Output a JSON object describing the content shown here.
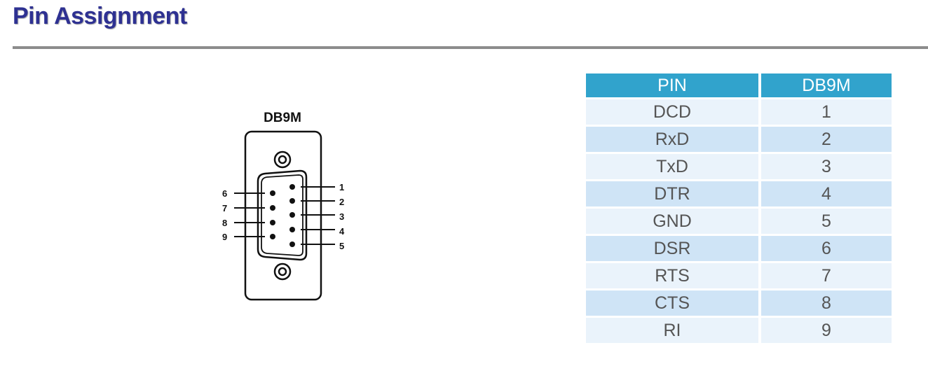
{
  "page": {
    "title": "Pin Assignment"
  },
  "connector": {
    "label": "DB9M",
    "top_row_pins": [
      "1",
      "2",
      "3",
      "4",
      "5"
    ],
    "bottom_row_pins": [
      "6",
      "7",
      "8",
      "9"
    ]
  },
  "table": {
    "headers": [
      "PIN",
      "DB9M"
    ],
    "rows": [
      {
        "pin": "DCD",
        "db9m": "1"
      },
      {
        "pin": "RxD",
        "db9m": "2"
      },
      {
        "pin": "TxD",
        "db9m": "3"
      },
      {
        "pin": "DTR",
        "db9m": "4"
      },
      {
        "pin": "GND",
        "db9m": "5"
      },
      {
        "pin": "DSR",
        "db9m": "6"
      },
      {
        "pin": "RTS",
        "db9m": "7"
      },
      {
        "pin": "CTS",
        "db9m": "8"
      },
      {
        "pin": "RI",
        "db9m": "9"
      }
    ]
  },
  "colors": {
    "title": "#2e3192",
    "header_bg": "#31a3cc",
    "row_light": "#eaf3fb",
    "row_dark": "#cfe4f6"
  }
}
